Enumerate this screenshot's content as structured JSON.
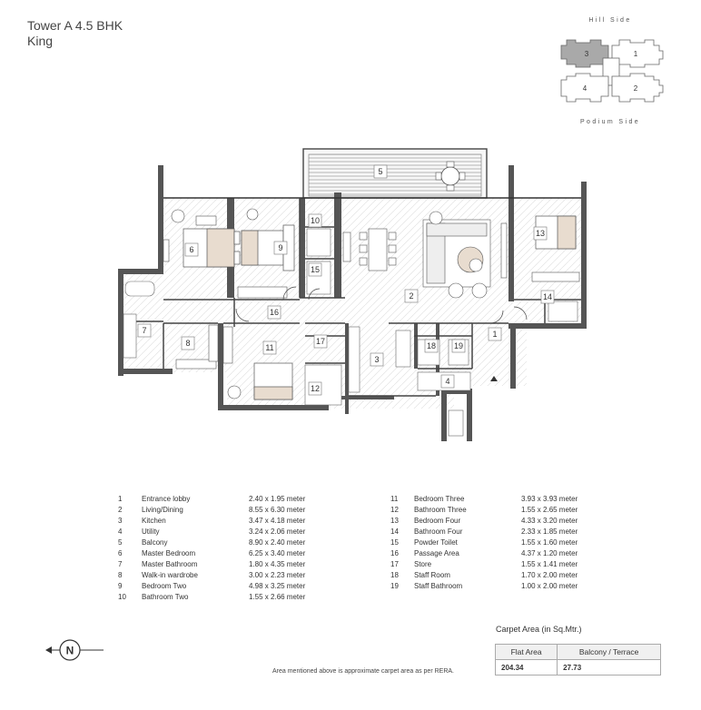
{
  "header": {
    "tower": "Tower A  4.5 BHK",
    "variant": "King"
  },
  "keyplan": {
    "top_label": "Hill Side",
    "bottom_label": "Podium Side",
    "highlight_color": "#a9a9a9",
    "units": [
      "3",
      "1",
      "4",
      "2"
    ]
  },
  "plan_labels": [
    "1",
    "2",
    "3",
    "4",
    "5",
    "6",
    "7",
    "8",
    "9",
    "10",
    "11",
    "12",
    "13",
    "14",
    "15",
    "16",
    "17",
    "18",
    "19"
  ],
  "legend_left": [
    {
      "num": "1",
      "name": "Entrance lobby",
      "dim": "2.40 x 1.95 meter"
    },
    {
      "num": "2",
      "name": "Living/Dining",
      "dim": "8.55 x 6.30 meter"
    },
    {
      "num": "3",
      "name": "Kitchen",
      "dim": "3.47 x 4.18 meter"
    },
    {
      "num": "4",
      "name": "Utility",
      "dim": "3.24 x 2.06 meter"
    },
    {
      "num": "5",
      "name": "Balcony",
      "dim": "8.90 x 2.40 meter"
    },
    {
      "num": "6",
      "name": "Master Bedroom",
      "dim": "6.25 x 3.40 meter"
    },
    {
      "num": "7",
      "name": "Master Bathroom",
      "dim": "1.80 x 4.35 meter"
    },
    {
      "num": "8",
      "name": "Walk-in wardrobe",
      "dim": "3.00 x 2.23 meter"
    },
    {
      "num": "9",
      "name": "Bedroom Two",
      "dim": "4.98 x 3.25 meter"
    },
    {
      "num": "10",
      "name": "Bathroom Two",
      "dim": "1.55 x  2.66 meter"
    }
  ],
  "legend_right": [
    {
      "num": "11",
      "name": "Bedroom Three",
      "dim": "3.93 x 3.93 meter"
    },
    {
      "num": "12",
      "name": "Bathroom Three",
      "dim": "1.55 x  2.65 meter"
    },
    {
      "num": "13",
      "name": "Bedroom Four",
      "dim": "4.33 x 3.20 meter"
    },
    {
      "num": "14",
      "name": "Bathroom Four",
      "dim": "2.33 x 1.85 meter"
    },
    {
      "num": "15",
      "name": "Powder Toilet",
      "dim": "1.55 x 1.60 meter"
    },
    {
      "num": "16",
      "name": "Passage Area",
      "dim": "4.37 x 1.20 meter"
    },
    {
      "num": "17",
      "name": "Store",
      "dim": "1.55 x 1.41 meter"
    },
    {
      "num": "18",
      "name": "Staff  Room",
      "dim": "1.70 x  2.00 meter"
    },
    {
      "num": "19",
      "name": "Staff Bathroom",
      "dim": "1.00 x 2.00 meter"
    }
  ],
  "compass": {
    "label": "N"
  },
  "carpet_area": {
    "title": "Carpet Area (in Sq.Mtr.)",
    "headers": [
      "Flat Area",
      "Balcony / Terrace"
    ],
    "values": [
      "204.34",
      "27.73"
    ]
  },
  "note": "Area mentioned above is approximate carpet area as per RERA."
}
